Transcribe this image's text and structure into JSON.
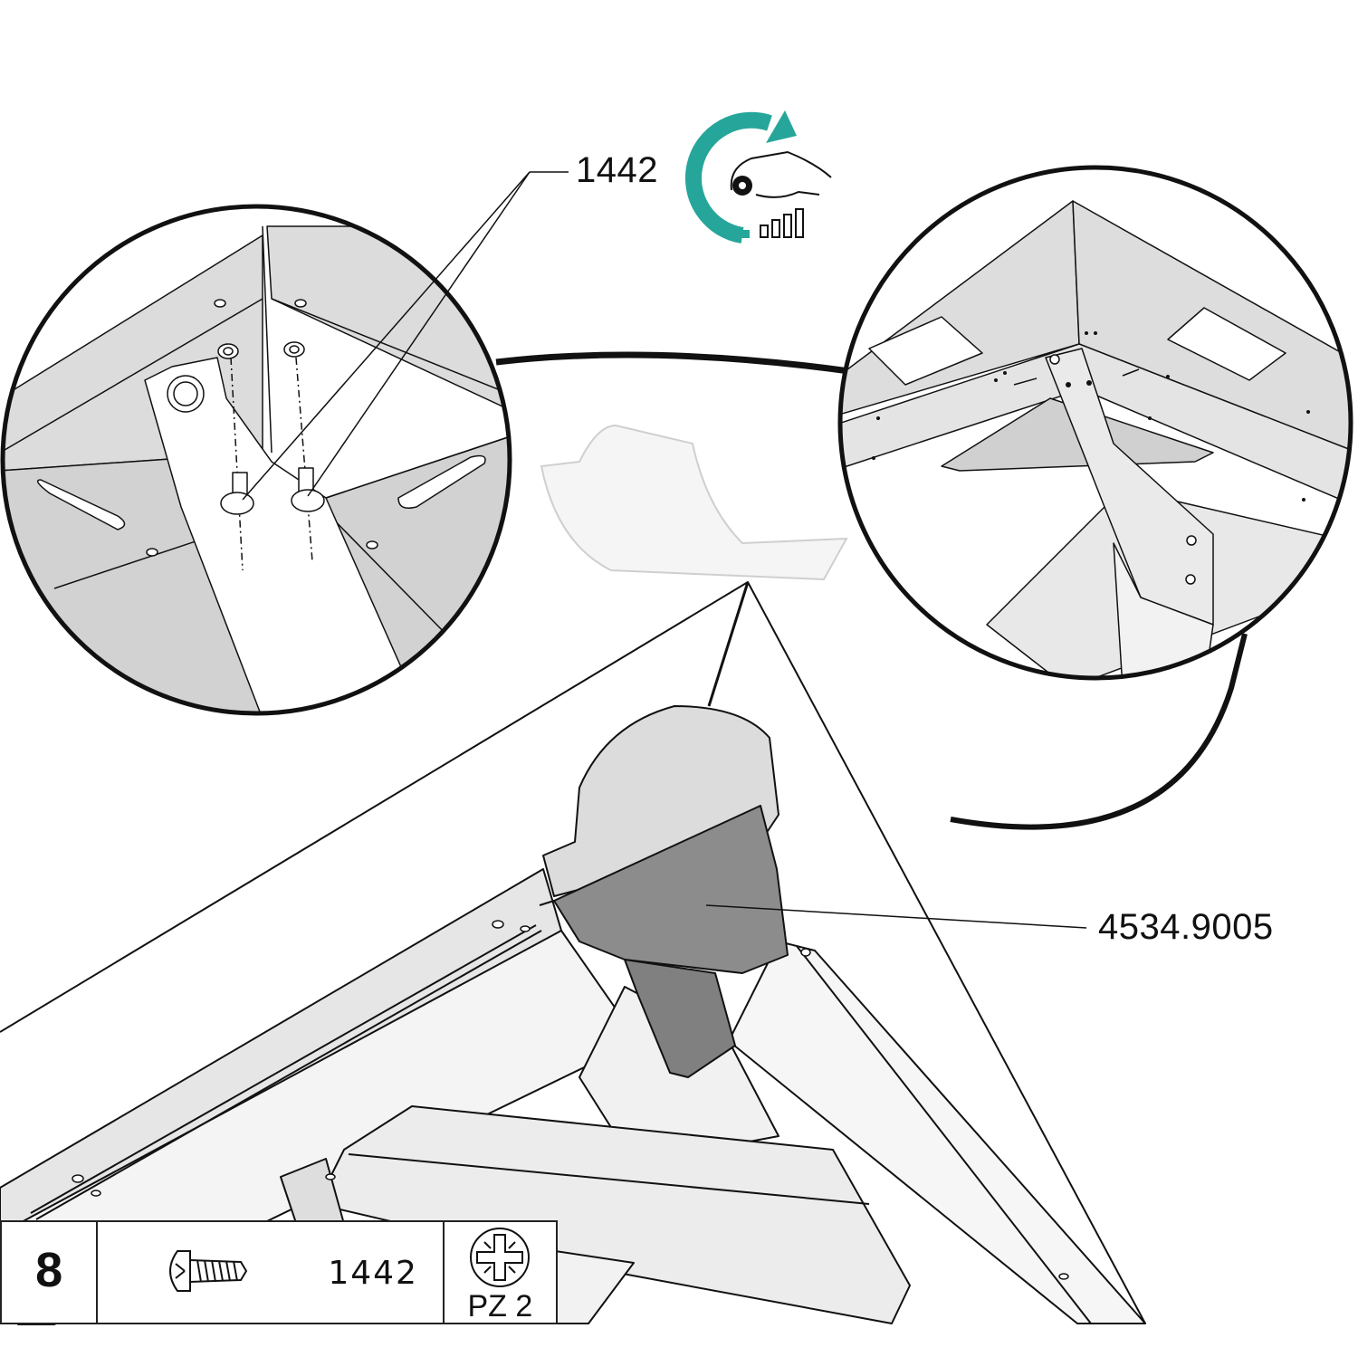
{
  "callouts": {
    "screw_part": "1442",
    "cap_part": "4534.9005"
  },
  "parts_table": {
    "step": "8",
    "part_number": "1442",
    "tool": "PZ 2"
  },
  "icons": {
    "tighten": "turn-clockwise-hand-icon",
    "screw": "pan-head-screw-icon",
    "bit": "pozidriv-bit-icon"
  },
  "colors": {
    "accent": "#26a69a",
    "line": "#111111",
    "metal_light": "#e3e3e3",
    "metal_mid": "#d0d0d0",
    "cap_dark": "#8f8f8f"
  }
}
